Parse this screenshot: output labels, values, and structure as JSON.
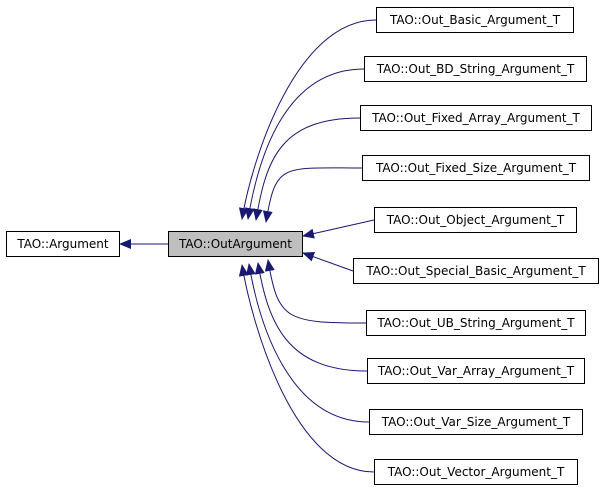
{
  "diagram": {
    "base": {
      "label": "TAO::Argument"
    },
    "current": {
      "label": "TAO::OutArgument"
    },
    "derived": [
      {
        "label": "TAO::Out_Basic_Argument_T"
      },
      {
        "label": "TAO::Out_BD_String_Argument_T"
      },
      {
        "label": "TAO::Out_Fixed_Array_Argument_T"
      },
      {
        "label": "TAO::Out_Fixed_Size_Argument_T"
      },
      {
        "label": "TAO::Out_Object_Argument_T"
      },
      {
        "label": "TAO::Out_Special_Basic_Argument_T"
      },
      {
        "label": "TAO::Out_UB_String_Argument_T"
      },
      {
        "label": "TAO::Out_Var_Array_Argument_T"
      },
      {
        "label": "TAO::Out_Var_Size_Argument_T"
      },
      {
        "label": "TAO::Out_Vector_Argument_T"
      }
    ],
    "colors": {
      "edge": "#191970",
      "node_border": "#000000",
      "node_fill": "#ffffff",
      "current_fill": "#bfbfbf"
    }
  }
}
